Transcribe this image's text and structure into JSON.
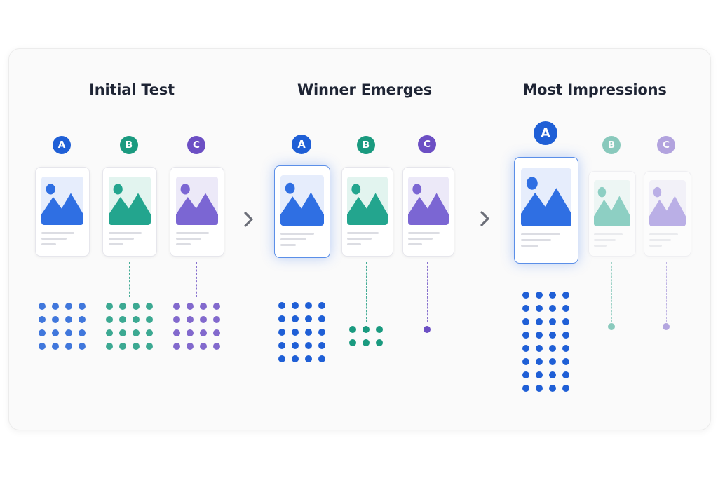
{
  "stages": [
    {
      "title": "Initial Test"
    },
    {
      "title": "Winner Emerges"
    },
    {
      "title": "Most Impressions"
    }
  ],
  "variants": [
    {
      "label": "A",
      "color": "#1f5fd6",
      "art": "#2f6fe3",
      "bg": "#e6edfc"
    },
    {
      "label": "B",
      "color": "#1a9a7f",
      "art": "#23a58e",
      "bg": "#e2f4ef"
    },
    {
      "label": "C",
      "color": "#6c4fc4",
      "art": "#7b66d3",
      "bg": "#ece9f8"
    }
  ],
  "icons": {
    "arrow": "chevron-right-icon",
    "image": "image-placeholder-icon"
  },
  "impressions": {
    "initial_test": {
      "A": 16,
      "B": 16,
      "C": 16
    },
    "winner_emerges": {
      "A": 20,
      "B": 6,
      "C": 1
    },
    "most_impressions": {
      "A": 32,
      "B": 1,
      "C": 1
    }
  }
}
